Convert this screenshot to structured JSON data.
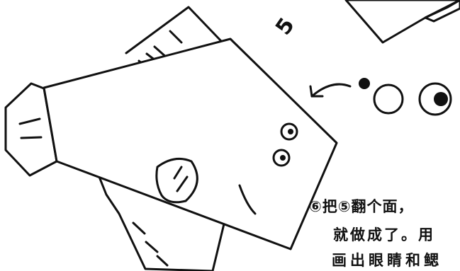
{
  "instruction": {
    "line1": "⑥把⑤翻个面，",
    "line2": "就做成了。用",
    "line3": "画出眼睛和鳃"
  },
  "step_marker": "5",
  "colors": {
    "ink": "#111111",
    "paper": "#ffffff"
  },
  "icons": [
    "fish-illustration",
    "arrow-icon",
    "eye-sticker-icon",
    "folded-paper-icon"
  ]
}
